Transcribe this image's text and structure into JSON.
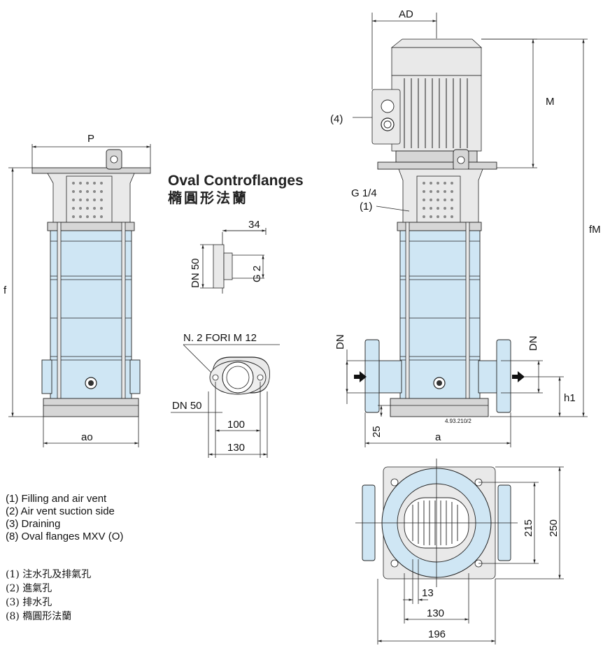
{
  "title": {
    "en": "Oval Controflanges",
    "zh": "橢圓形法蘭"
  },
  "dims": {
    "AD": "AD",
    "M": "M",
    "fM": "fM",
    "P": "P",
    "f": "f",
    "ao": "ao",
    "a": "a",
    "h1": "h1",
    "DN": "DN",
    "d25": "25",
    "d34": "34",
    "dn50": "DN 50",
    "g2": "G 2",
    "fori": "N. 2 FORI M 12",
    "d100": "100",
    "d130": "130",
    "d215": "215",
    "d250": "250",
    "d13": "13",
    "d196": "196",
    "g14": "G 1/4",
    "c1": "(1)",
    "c4": "(4)",
    "code": "4.93.210/2"
  },
  "legend_en": [
    "(1) Filling and air vent",
    "(2) Air vent suction side",
    "(3) Draining",
    "(8) Oval flanges MXV (O)"
  ],
  "legend_zh": [
    "(1) 注水孔及排氣孔",
    "(2) 進氣孔",
    "(3) 排水孔",
    "(8) 橢圓形法蘭"
  ]
}
